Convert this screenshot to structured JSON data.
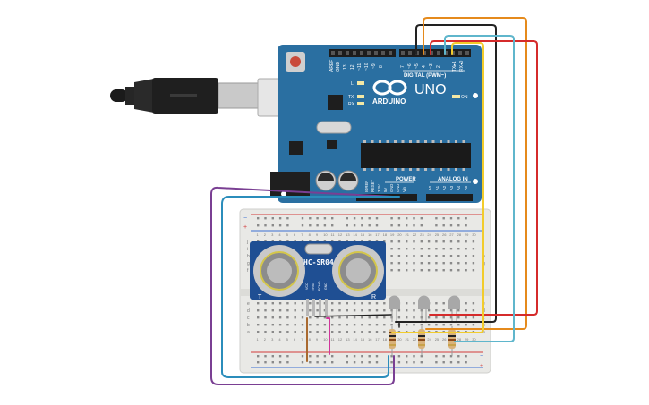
{
  "canvas": {
    "background": "#ffffff"
  },
  "colors": {
    "board": "#2a6fa1",
    "board_dark": "#1f5a85",
    "breadboard": "#e9e9e6",
    "rail_red": "#d23b3b",
    "rail_blue": "#3b6fd2",
    "sensor": "#1f4f93",
    "wire_black": "#222222",
    "wire_orange": "#e58a1c",
    "wire_cyan": "#5fb6cc",
    "wire_red": "#d52b2b",
    "wire_yellow": "#f2cc2c",
    "wire_purple": "#7a3f93",
    "wire_teal": "#2b8dbb",
    "wire_magenta": "#d0359a",
    "wire_brown": "#a9692f"
  },
  "arduino": {
    "brand": "ARDUINO",
    "model": "UNO",
    "digital_header": "DIGITAL (PWM~)",
    "power_header": "POWER",
    "analog_header": "ANALOG IN",
    "pin_aref": "AREF",
    "pin_gnd": "GND",
    "pin_13": "13",
    "pin_12": "12",
    "pin_11": "~11",
    "pin_10": "~10",
    "pin_9": "~9",
    "pin_8": "8",
    "pin_7": "7",
    "pin_6": "~6",
    "pin_5": "~5",
    "pin_4": "4",
    "pin_3": "~3",
    "pin_2": "2",
    "pin_tx1": "TX▸1",
    "pin_rx0": "RX◂0",
    "led_l": "L",
    "led_tx": "TX",
    "led_rx": "RX",
    "led_on": "ON",
    "pin_ioref": "IOREF",
    "pin_reset": "RESET",
    "pin_3v3": "3.3V",
    "pin_5v": "5V",
    "pin_gnd1": "GND",
    "pin_gnd2": "GND",
    "pin_vin": "Vin",
    "pin_a0": "A0",
    "pin_a1": "A1",
    "pin_a2": "A2",
    "pin_a3": "A3",
    "pin_a4": "A4",
    "pin_a5": "A5"
  },
  "sensor": {
    "model": "HC-SR04",
    "pin_vcc": "VCC",
    "pin_trig": "TRIG",
    "pin_echo": "ECHO",
    "pin_gnd": "GND",
    "mark_t": "T",
    "mark_r": "R"
  },
  "breadboard": {
    "plus": "+",
    "minus": "−",
    "rows": [
      "j",
      "i",
      "h",
      "g",
      "f",
      "e",
      "d",
      "c",
      "b",
      "a"
    ],
    "columns": [
      "1",
      "2",
      "3",
      "4",
      "5",
      "6",
      "7",
      "8",
      "9",
      "10",
      "11",
      "12",
      "13",
      "14",
      "15",
      "16",
      "17",
      "18",
      "19",
      "20",
      "21",
      "22",
      "23",
      "24",
      "25",
      "26",
      "27",
      "28",
      "29",
      "30"
    ]
  }
}
